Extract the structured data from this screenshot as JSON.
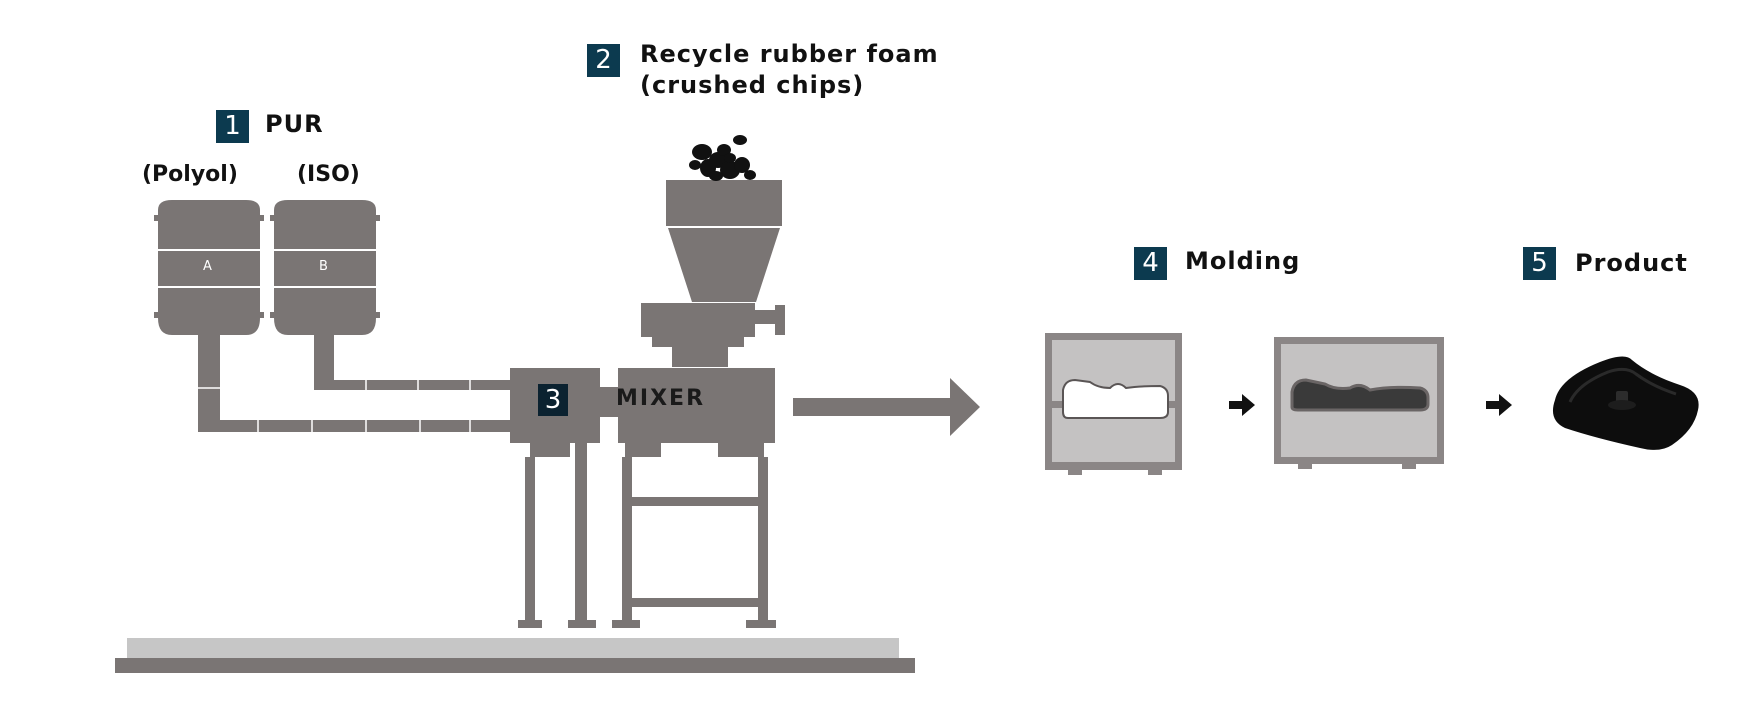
{
  "steps": {
    "pur": {
      "number": "1",
      "title": "PUR",
      "polyol_label": "(Polyol)",
      "iso_label": "(ISO)",
      "tank_a": "A",
      "tank_b": "B"
    },
    "recycle": {
      "number": "2",
      "title_line1": "Recycle rubber foam",
      "title_line2": "(crushed chips)"
    },
    "mixer": {
      "number": "3",
      "title": "MIXER"
    },
    "molding": {
      "number": "4",
      "title": "Molding"
    },
    "product": {
      "number": "5",
      "title": "Product"
    }
  },
  "colors": {
    "machine": "#7a7574",
    "badge": "#0c3a4f",
    "mold_frame": "#8b8686",
    "mold_inner": "#c4c2c2",
    "floor_light": "#c6c6c6",
    "floor_dark": "#7a7574",
    "product": "#0d0d0d"
  }
}
